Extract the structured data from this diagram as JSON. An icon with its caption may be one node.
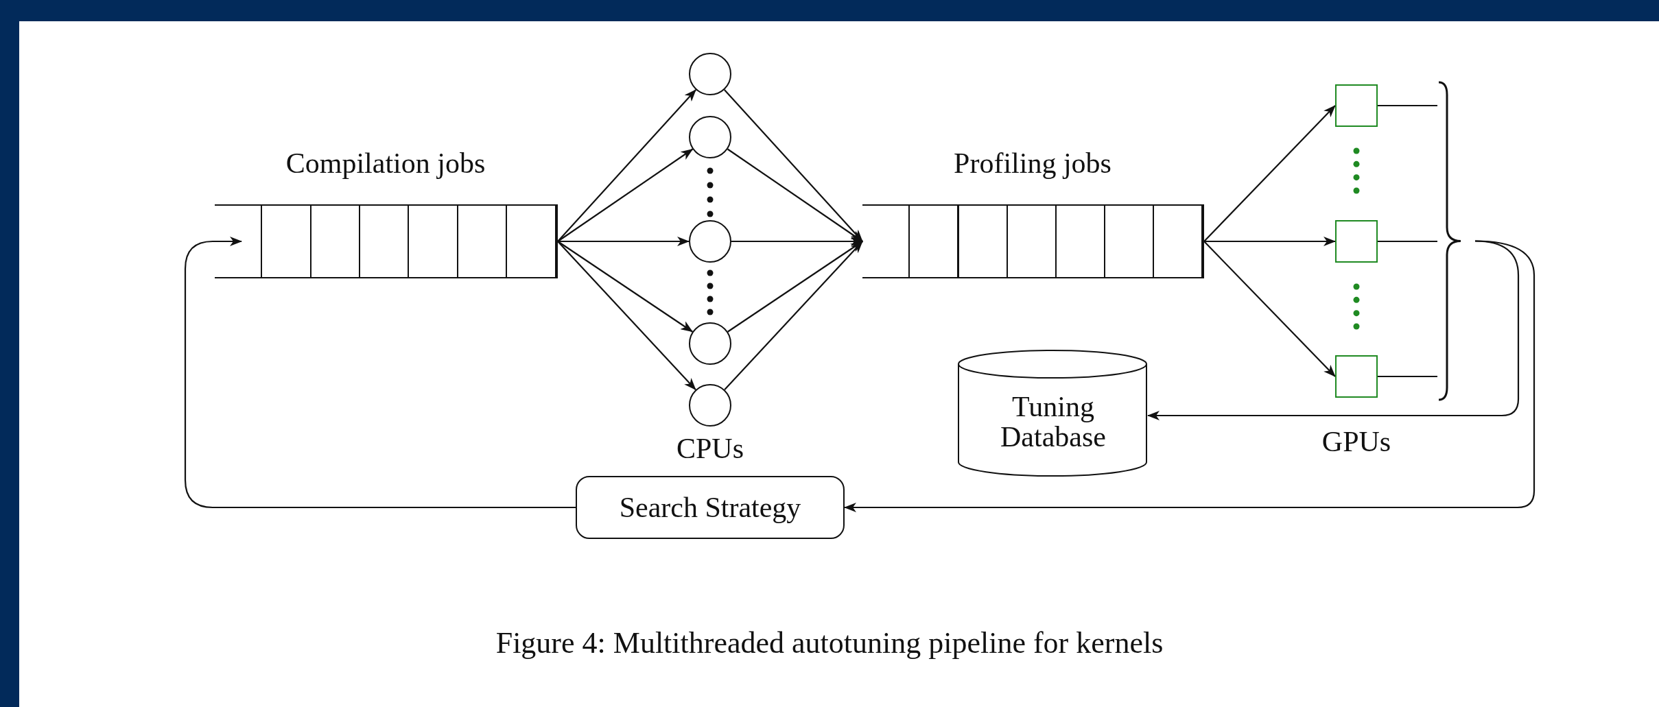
{
  "diagram": {
    "caption": "Figure 4: Multithreaded autotuning pipeline for kernels",
    "nodes": [
      {
        "text": [
          "Compilation jobs"
        ]
      },
      {
        "text": [],
        "shape": "circle"
      },
      {
        "text": [],
        "shape": "circle"
      },
      {
        "text": [],
        "shape": "circle"
      },
      {
        "text": [],
        "shape": "circle"
      },
      {
        "text": [],
        "shape": "circle"
      },
      {
        "text": [
          "Profiling jobs"
        ]
      },
      {
        "text": [],
        "shape": "box"
      },
      {
        "text": [],
        "shape": "box"
      },
      {
        "text": [],
        "shape": "box"
      },
      {
        "text": [],
        "shape": "bracket"
      },
      {
        "text": [
          "Tuning Database"
        ]
      },
      {
        "text": [
          "Search Strategy"
        ]
      }
    ],
    "edges": [
      {
        "from": 0,
        "to": 1,
        "arrow": "to"
      },
      {
        "from": 0,
        "to": 2,
        "arrow": "to"
      },
      {
        "from": 0,
        "to": 3,
        "arrow": "to"
      },
      {
        "from": 0,
        "to": 4,
        "arrow": "to"
      },
      {
        "from": 0,
        "to": 5,
        "arrow": "to"
      },
      {
        "from": 1,
        "to": 6,
        "arrow": "to"
      },
      {
        "from": 2,
        "to": 6,
        "arrow": "to"
      },
      {
        "from": 3,
        "to": 6,
        "arrow": "to"
      },
      {
        "from": 4,
        "to": 6,
        "arrow": "to"
      },
      {
        "from": 5,
        "to": 6,
        "arrow": "to"
      },
      {
        "from": 6,
        "to": 7,
        "arrow": "to"
      },
      {
        "from": 6,
        "to": 8,
        "arrow": "to"
      },
      {
        "from": 6,
        "to": 9,
        "arrow": "to"
      },
      {
        "from": 7,
        "to": 10,
        "arrow": "none"
      },
      {
        "from": 8,
        "to": 10,
        "arrow": "none"
      },
      {
        "from": 9,
        "to": 10,
        "arrow": "none"
      },
      {
        "from": 10,
        "to": 11,
        "arrow": "to"
      },
      {
        "from": 10,
        "to": 12,
        "arrow": "to"
      },
      {
        "from": 12,
        "to": 0,
        "arrow": "to"
      }
    ],
    "labels": [
      "CPUs",
      "GPUs"
    ]
  }
}
